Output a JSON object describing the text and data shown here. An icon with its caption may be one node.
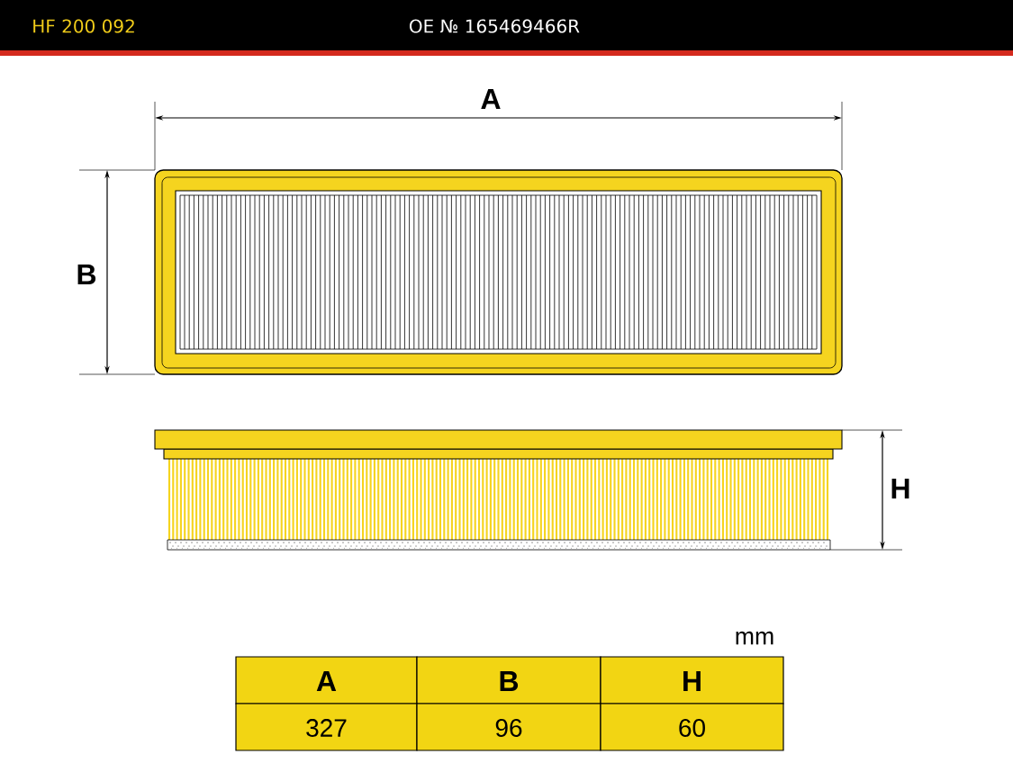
{
  "diagram": {
    "labels": [
      "HF 200 092",
      "OE № 165469466R",
      "A",
      "B",
      "H",
      "mm",
      "A",
      "B",
      "H",
      "327",
      "96",
      "60"
    ]
  }
}
